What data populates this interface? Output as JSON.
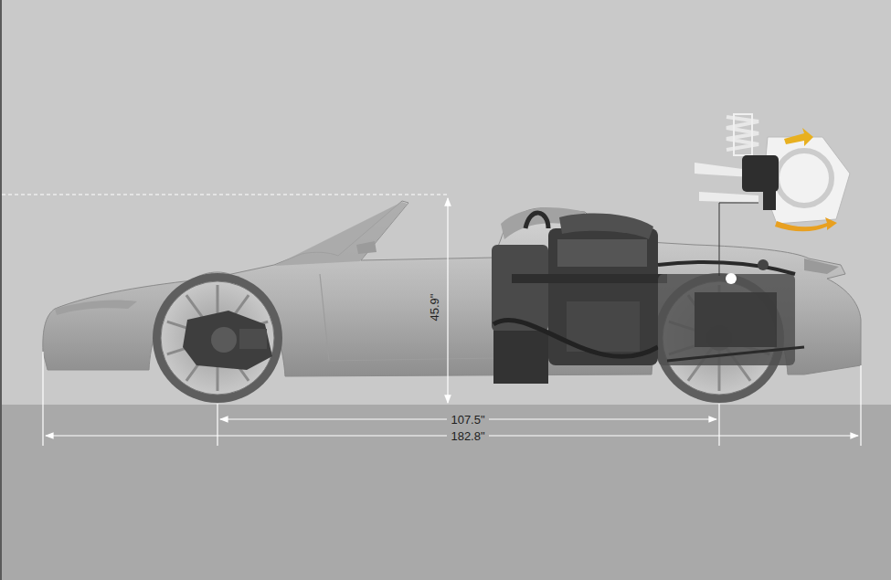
{
  "diagram": {
    "labels": [
      "45.9\"",
      "107.5\"",
      "182.8\""
    ]
  }
}
